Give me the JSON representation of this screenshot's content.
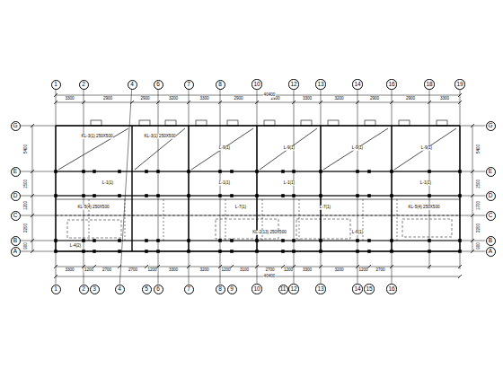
{
  "diagram": {
    "nodes": [
      {
        "text": [
          "1"
        ]
      },
      {
        "text": [
          "2"
        ]
      },
      {
        "text": [
          "4"
        ]
      },
      {
        "text": [
          "6"
        ]
      },
      {
        "text": [
          "7"
        ]
      },
      {
        "text": [
          "8"
        ]
      },
      {
        "text": [
          "10"
        ]
      },
      {
        "text": [
          "12"
        ]
      },
      {
        "text": [
          "13"
        ]
      },
      {
        "text": [
          "14"
        ]
      },
      {
        "text": [
          "16"
        ]
      },
      {
        "text": [
          "18"
        ]
      },
      {
        "text": [
          "19"
        ]
      },
      {
        "text": [
          "G"
        ]
      },
      {
        "text": [
          "E"
        ]
      },
      {
        "text": [
          "D"
        ]
      },
      {
        "text": [
          "C"
        ]
      },
      {
        "text": [
          "B"
        ]
      },
      {
        "text": [
          "A"
        ]
      },
      {
        "text": [
          "G"
        ]
      },
      {
        "text": [
          "E"
        ]
      },
      {
        "text": [
          "D"
        ]
      },
      {
        "text": [
          "C"
        ]
      },
      {
        "text": [
          "B"
        ]
      },
      {
        "text": [
          "A"
        ]
      },
      {
        "text": [
          "1"
        ]
      },
      {
        "text": [
          "2"
        ]
      },
      {
        "text": [
          "3"
        ]
      },
      {
        "text": [
          "4"
        ]
      },
      {
        "text": [
          "5"
        ]
      },
      {
        "text": [
          "6"
        ]
      },
      {
        "text": [
          "7"
        ]
      },
      {
        "text": [
          "8"
        ]
      },
      {
        "text": [
          "9"
        ]
      },
      {
        "text": [
          "10"
        ]
      },
      {
        "text": [
          "11"
        ]
      },
      {
        "text": [
          "12"
        ]
      },
      {
        "text": [
          "13"
        ]
      },
      {
        "text": [
          "14"
        ]
      },
      {
        "text": [
          "15"
        ]
      },
      {
        "text": [
          "16"
        ]
      }
    ],
    "edges": [
      {
        "from": 0,
        "to": 25,
        "arrow": "none"
      },
      {
        "from": 1,
        "to": 26,
        "arrow": "none"
      },
      {
        "from": 2,
        "to": 28,
        "arrow": "none"
      },
      {
        "from": 3,
        "to": 30,
        "arrow": "none"
      },
      {
        "from": 4,
        "to": 31,
        "arrow": "none"
      },
      {
        "from": 5,
        "to": 32,
        "arrow": "none"
      },
      {
        "from": 6,
        "to": 34,
        "arrow": "none"
      },
      {
        "from": 7,
        "to": 36,
        "arrow": "none"
      },
      {
        "from": 8,
        "to": 37,
        "arrow": "none"
      },
      {
        "from": 9,
        "to": 38,
        "arrow": "none"
      },
      {
        "from": 10,
        "to": 40,
        "arrow": "none"
      },
      {
        "from": 13,
        "to": 19,
        "arrow": "none"
      },
      {
        "from": 14,
        "to": 20,
        "arrow": "none"
      },
      {
        "from": 15,
        "to": 21,
        "arrow": "none"
      },
      {
        "from": 16,
        "to": 22,
        "arrow": "none"
      },
      {
        "from": 17,
        "to": 23,
        "arrow": "none"
      },
      {
        "from": 18,
        "to": 24,
        "arrow": "none"
      }
    ],
    "labels": [
      "3300",
      "2900",
      "2900",
      "3200",
      "3300",
      "2900",
      "2900",
      "3300",
      "3200",
      "2900",
      "2900",
      "3300",
      "40400",
      "3300",
      "1200",
      "2700",
      "2700",
      "1200",
      "3300",
      "3200",
      "1200",
      "3100",
      "2700",
      "1200",
      "3300",
      "3200",
      "1200",
      "2700",
      "40400",
      "5400",
      "1500",
      "1200",
      "2200",
      "900",
      "5400",
      "1500",
      "1700",
      "2200",
      "900",
      "KL-3(1) 250X500",
      "KL-3(1) 250X500",
      "L-9(1)",
      "L-9(1)",
      "L-9(1)",
      "L-9(1)",
      "L-1(1)",
      "L-1(1)",
      "L-1(1)",
      "L-1(1)",
      "KL-5(4) 250X500",
      "L-7(1)",
      "L-7(1)",
      "KL-5(4) 250X500",
      "L-4(2)",
      "KL-2(13) 250X500",
      "L-6(1)"
    ]
  }
}
